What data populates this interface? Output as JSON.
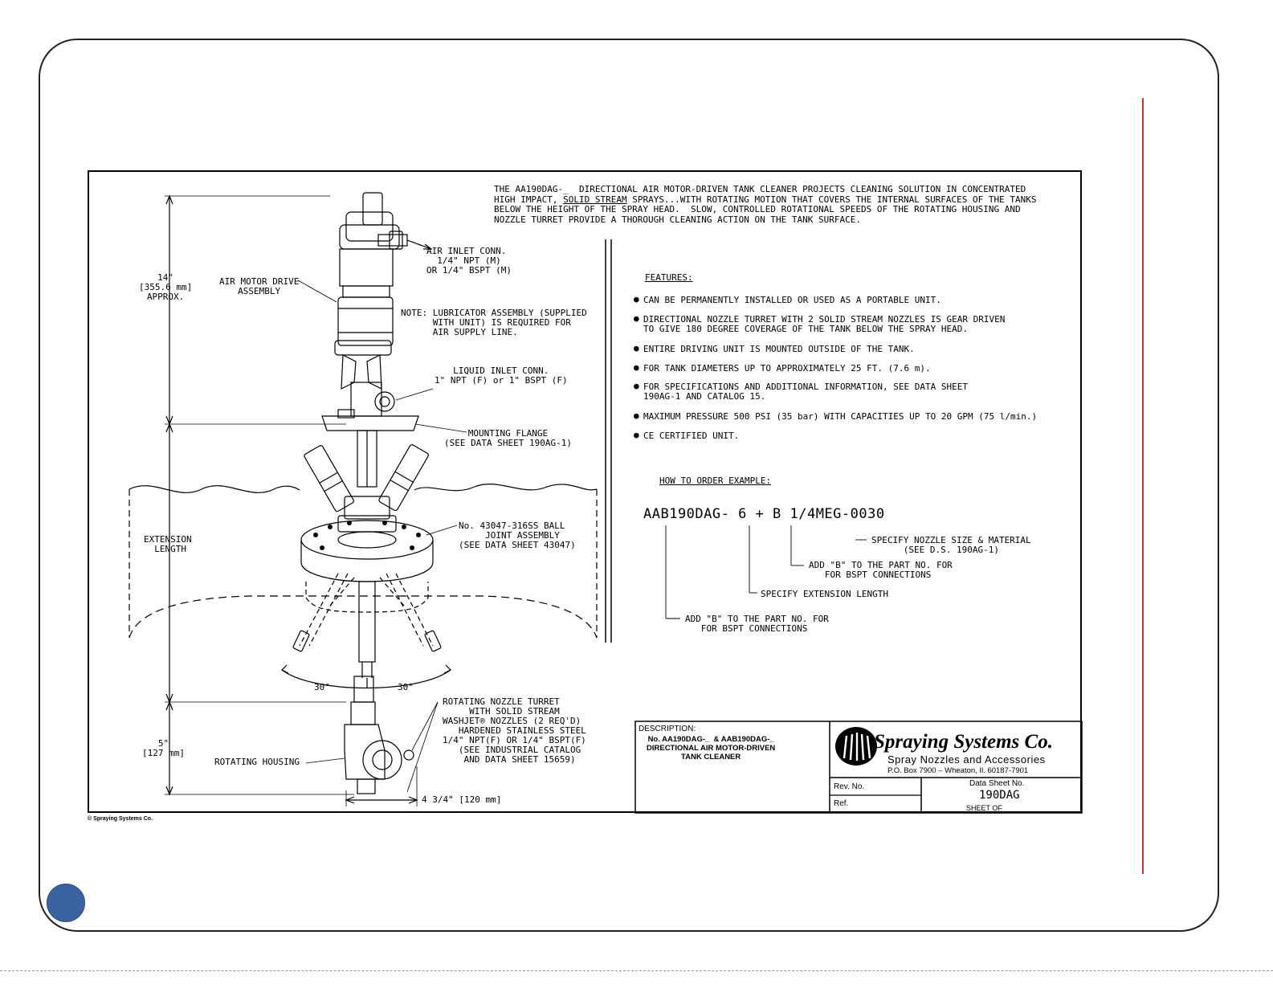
{
  "intro": {
    "line1": "THE AA190DAG-_  DIRECTIONAL AIR MOTOR-DRIVEN TANK CLEANER PROJECTS CLEANING SOLUTION IN CONCENTRATED",
    "line2a": "HIGH IMPACT, ",
    "line2b": "SOLID STREAM",
    "line2c": " SPRAYS...WITH ROTATING MOTION THAT COVERS THE INTERNAL SURFACES OF THE TANKS",
    "line3": "BELOW THE HEIGHT OF THE SPRAY HEAD.  SLOW, CONTROLLED ROTATIONAL SPEEDS OF THE ROTATING HOUSING AND",
    "line4": "NOZZLE TURRET PROVIDE A THOROUGH CLEANING ACTION ON THE TANK SURFACE."
  },
  "features": {
    "heading": "FEATURES:",
    "items": [
      "CAN BE PERMANENTLY INSTALLED OR USED AS A PORTABLE UNIT.",
      "DIRECTIONAL NOZZLE TURRET WITH 2 SOLID STREAM NOZZLES IS GEAR DRIVEN\nTO GIVE 180 DEGREE COVERAGE OF THE TANK BELOW THE SPRAY HEAD.",
      "ENTIRE DRIVING UNIT IS MOUNTED OUTSIDE OF THE TANK.",
      "FOR TANK DIAMETERS UP TO APPROXIMATELY 25 FT. (7.6 m).",
      "FOR SPECIFICATIONS AND ADDITIONAL INFORMATION, SEE DATA SHEET\n190AG-1 AND CATALOG 15.",
      "MAXIMUM PRESSURE 500 PSI (35 bar) WITH CAPACITIES UP TO 20 GPM (75 l/min.)",
      "CE CERTIFIED UNIT."
    ]
  },
  "order": {
    "heading": "HOW TO ORDER EXAMPLE:",
    "code": "AAB190DAG- 6 + B 1/4MEG-0030",
    "note_nozzle": "SPECIFY NOZZLE SIZE & MATERIAL\n      (SEE D.S. 190AG-1)",
    "note_b2": "ADD \"B\" TO THE PART NO. FOR\n   FOR BSPT CONNECTIONS",
    "note_ext": "SPECIFY EXTENSION LENGTH",
    "note_b1": "ADD \"B\" TO THE PART NO. FOR\n   FOR BSPT CONNECTIONS"
  },
  "callouts": {
    "dim_14": "14\"\n[355.6 mm]\nAPPROX.",
    "air_motor": "AIR MOTOR DRIVE\nASSEMBLY",
    "air_inlet": "AIR INLET CONN.\n  1/4\" NPT (M)\nOR 1/4\" BSPT (M)",
    "note_lub": "NOTE: LUBRICATOR ASSEMBLY (SUPPLIED\n      WITH UNIT) IS REQUIRED FOR\n      AIR SUPPLY LINE.",
    "liquid_inlet": "LIQUID INLET CONN.\n1\" NPT (F) or 1\" BSPT (F)",
    "flange": "MOUNTING FLANGE\n(SEE DATA SHEET 190AG-1)",
    "ext_len": "EXTENSION\n  LENGTH",
    "ball_joint": "No. 43047-316SS BALL\n     JOINT ASSEMBLY\n(SEE DATA SHEET 43047)",
    "angle_left": "30°",
    "angle_right": "30°",
    "turret": "ROTATING NOZZLE TURRET\n     WITH SOLID STREAM\nWASHJET® NOZZLES (2 REQ'D)\n   HARDENED STAINLESS STEEL\n1/4\" NPT(F) OR 1/4\" BSPT(F)\n   (SEE INDUSTRIAL CATALOG\n    AND DATA SHEET 15659)",
    "dim_5": "5\"\n[127 mm]",
    "housing": "ROTATING HOUSING",
    "width": "4 3/4\" [120 mm]"
  },
  "title_block": {
    "desc_label": "DESCRIPTION:",
    "desc_text": "No. AA190DAG-_  & AAB190DAG-_\nDIRECTIONAL AIR MOTOR-DRIVEN\nTANK CLEANER",
    "company": "Spraying Systems Co.",
    "tagline": "Spray Nozzles and Accessories",
    "address": "P.O. Box 7900 – Wheaton, Il. 60187-7901",
    "rev_label": "Rev. No.",
    "ref_label": "Ref.",
    "ds_label": "Data Sheet No.",
    "ds_number": "190DAG",
    "sheet_label": "SHEET      OF"
  },
  "copyright": "© Spraying Systems Co.",
  "colors": {
    "accent_line": "#c0392b",
    "page_dot": "#3a63a0"
  }
}
